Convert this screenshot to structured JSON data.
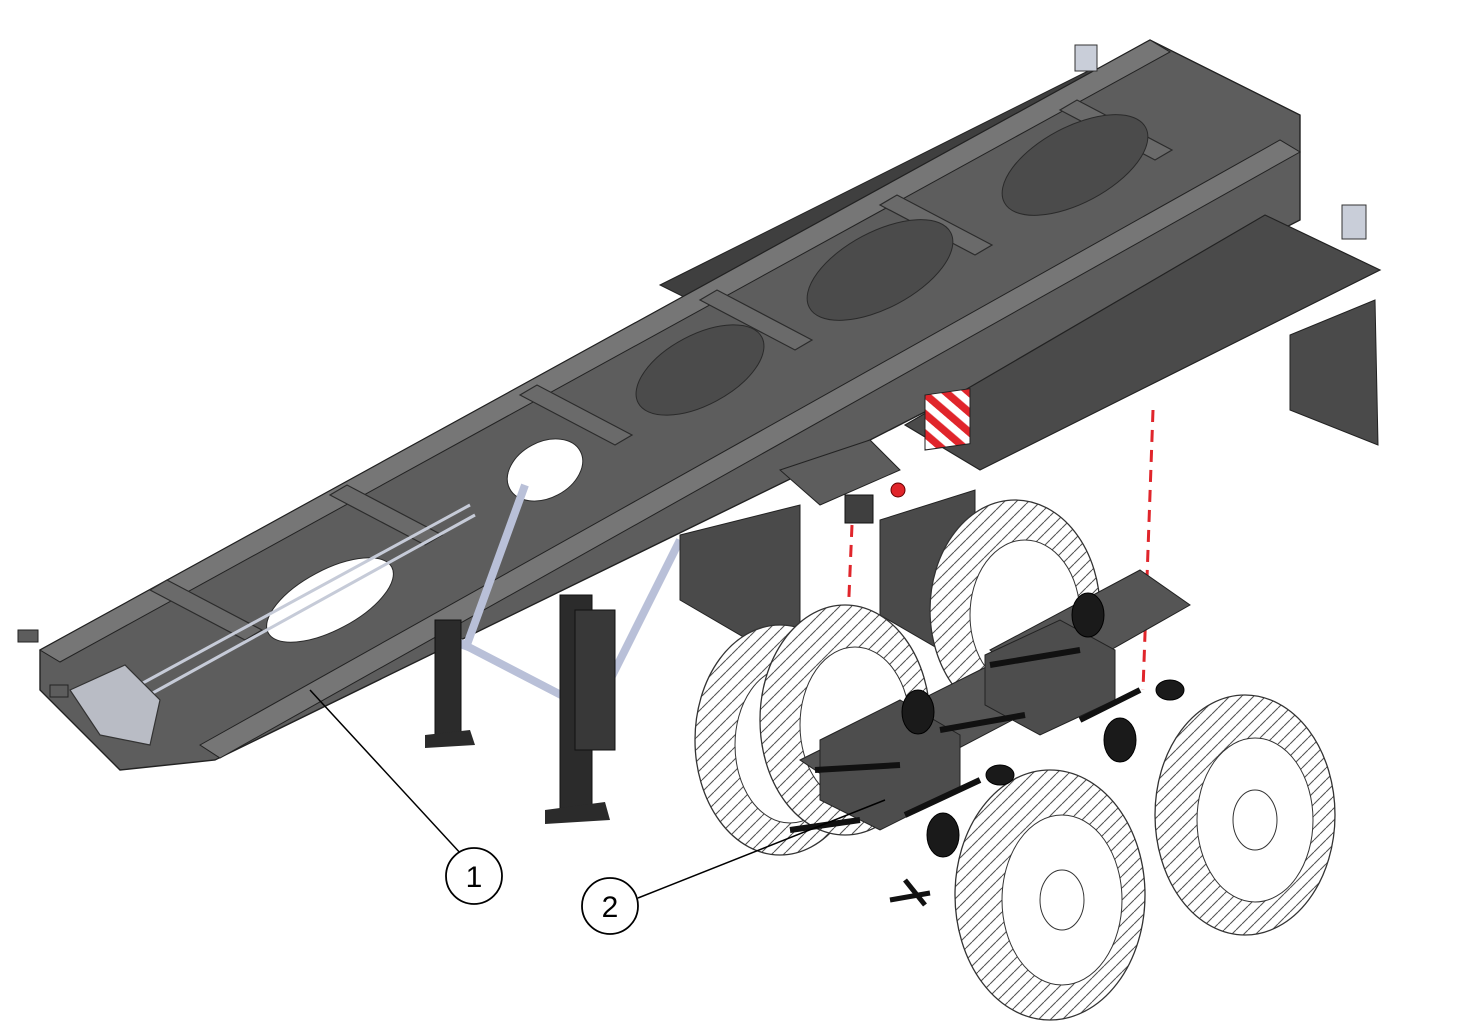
{
  "callouts": [
    {
      "id": "1",
      "label": "1"
    },
    {
      "id": "2",
      "label": "2"
    }
  ],
  "colors": {
    "frame": "#5d5d5d",
    "frame_dark": "#3f3f3f",
    "frame_light": "#767676",
    "plate": "#4a4a4a",
    "brace": "#b9c0d8",
    "tire_line": "#444444",
    "dash": "#e0252b",
    "warning_red": "#e0252b",
    "black": "#111111"
  }
}
